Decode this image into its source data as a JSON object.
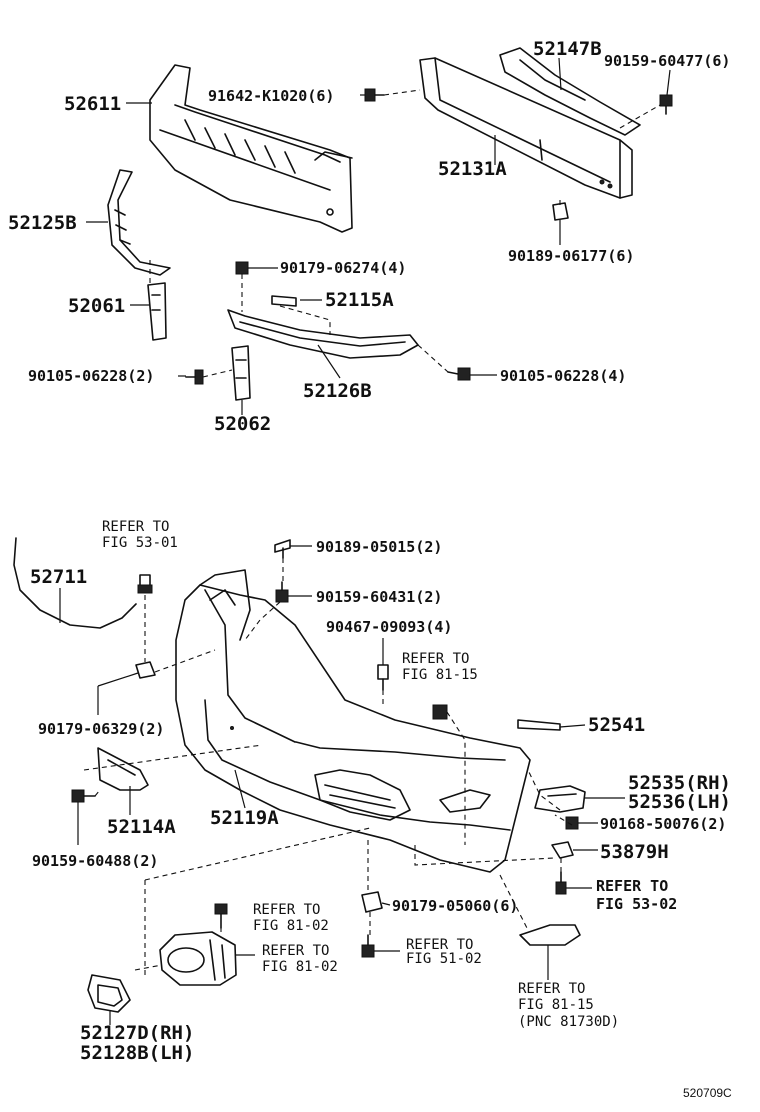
{
  "labels": {
    "p52611": "52611",
    "p91642": "91642-K1020(6)",
    "p52147b": "52147B",
    "p90159_60477": "90159-60477(6)",
    "p52131a": "52131A",
    "p52125b": "52125B",
    "p90179_06274": "90179-06274(4)",
    "p52115a": "52115A",
    "p52061": "52061",
    "p90189_06177": "90189-06177(6)",
    "p90105_l": "90105-06228(2)",
    "p90105_r": "90105-06228(4)",
    "p52126b": "52126B",
    "p52062": "52062",
    "ref5301_a": "REFER TO",
    "ref5301_b": "FIG 53-01",
    "p90189_05015": "90189-05015(2)",
    "p52711": "52711",
    "p90159_60431": "90159-60431(2)",
    "p90467": "90467-09093(4)",
    "ref8115a_a": "REFER TO",
    "ref8115a_b": "FIG 81-15",
    "p90179_06329": "90179-06329(2)",
    "p52541": "52541",
    "p52535": "52535(RH)",
    "p52536": "52536(LH)",
    "p52114a": "52114A",
    "p52119a": "52119A",
    "p90168": "90168-50076(2)",
    "p90159_60488": "90159-60488(2)",
    "p53879h": "53879H",
    "ref5302_a": "REFER TO",
    "ref5302_b": "FIG 53-02",
    "ref8102a_a": "REFER TO",
    "ref8102a_b": "FIG 81-02",
    "p90179_05060": "90179-05060(6)",
    "ref8102b_a": "REFER TO",
    "ref8102b_b": "FIG 81-02",
    "ref5102_a": "REFER TO",
    "ref5102_b": "FIG 51-02",
    "ref8115b_a": "REFER TO",
    "ref8115b_b": "FIG 81-15",
    "ref8115b_c": "(PNC 81730D)",
    "p52127d": "52127D(RH)",
    "p52128b": "52128B(LH)",
    "fig_id": "520709C"
  }
}
